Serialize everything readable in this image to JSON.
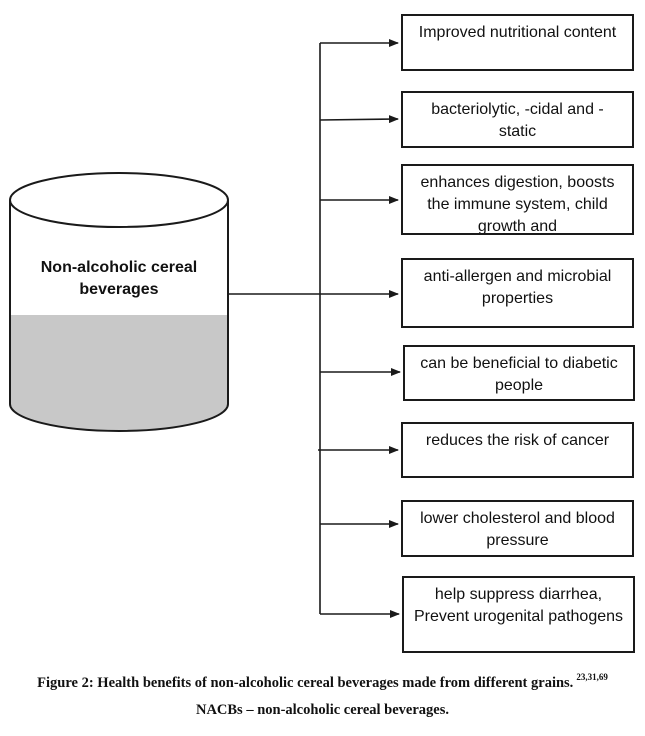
{
  "diagram": {
    "source": {
      "label": "Non-alcoholic cereal beverages",
      "fill_color": "#c8c8c8"
    },
    "benefits": [
      "Improved nutritional content",
      "bacteriolytic, -cidal and - static",
      "enhances digestion, boosts the immune system, child growth and",
      "anti-allergen and microbial properties",
      "can be beneficial to diabetic people",
      "reduces the risk of cancer",
      "lower cholesterol and blood pressure",
      "help suppress diarrhea, Prevent urogenital pathogens"
    ]
  },
  "caption": {
    "title": "Figure 2: Health benefits of non-alcoholic cereal beverages made from different grains.",
    "refs": "23,31,69",
    "abbreviation": "NACBs – non-alcoholic cereal beverages."
  }
}
